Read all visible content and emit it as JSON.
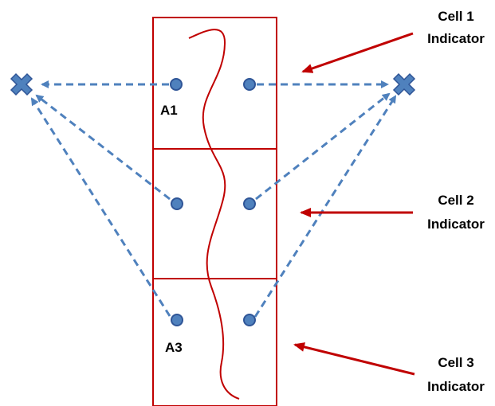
{
  "colors": {
    "cell_border": "#c00000",
    "wave": "#c00000",
    "indicator_arrow": "#c00000",
    "point_fill": "#4f81bd",
    "point_stroke": "#2f5597",
    "dashed_link": "#4f81bd",
    "antenna_fill": "#4f81bd",
    "antenna_stroke": "#2f5597"
  },
  "icons": {
    "left_target": "x-cross-icon",
    "right_target": "x-cross-icon"
  },
  "labels": {
    "a1": "A1",
    "a3": "A3",
    "cell1_line1": "Cell 1",
    "cell1_line2": "Indicator",
    "cell2_line1": "Cell 2",
    "cell2_line2": "Indicator",
    "cell3_line1": "Cell 3",
    "cell3_line2": "Indicator"
  }
}
